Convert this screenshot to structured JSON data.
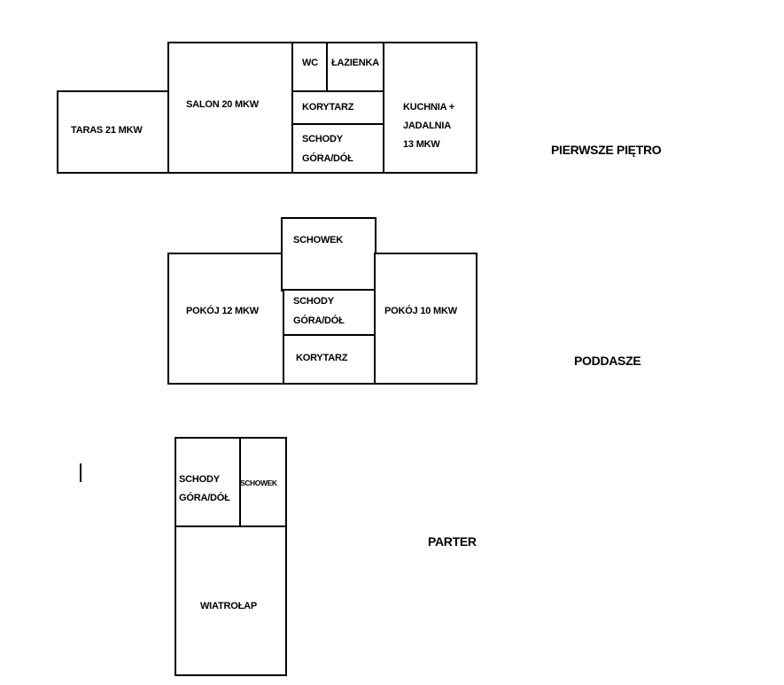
{
  "floors": {
    "pierwsze_pietro": {
      "name": "PIERWSZE PIĘTRO",
      "taras": "TARAS 21 MKW",
      "salon": "SALON 20 MKW",
      "wc": "WC",
      "lazienka": "ŁAZIENKA",
      "korytarz": "KORYTARZ",
      "schody_line1": "SCHODY",
      "schody_line2": "GÓRA/DÓŁ",
      "kuchnia_line1": "KUCHNIA +",
      "kuchnia_line2": "JADALNIA",
      "kuchnia_line3": "13 MKW"
    },
    "poddasze": {
      "name": "PODDASZE",
      "schowek": "SCHOWEK",
      "pokoj_left": "POKÓJ 12 MKW",
      "schody_line1": "SCHODY",
      "schody_line2": "GÓRA/DÓŁ",
      "korytarz": "KORYTARZ",
      "pokoj_right": "POKÓJ 10 MKW"
    },
    "parter": {
      "name": "PARTER",
      "schody_line1": "SCHODY",
      "schody_line2": "GÓRA/DÓŁ",
      "schowek": "SCHOWEK",
      "wiatrolap": "WIATROŁAP"
    }
  }
}
